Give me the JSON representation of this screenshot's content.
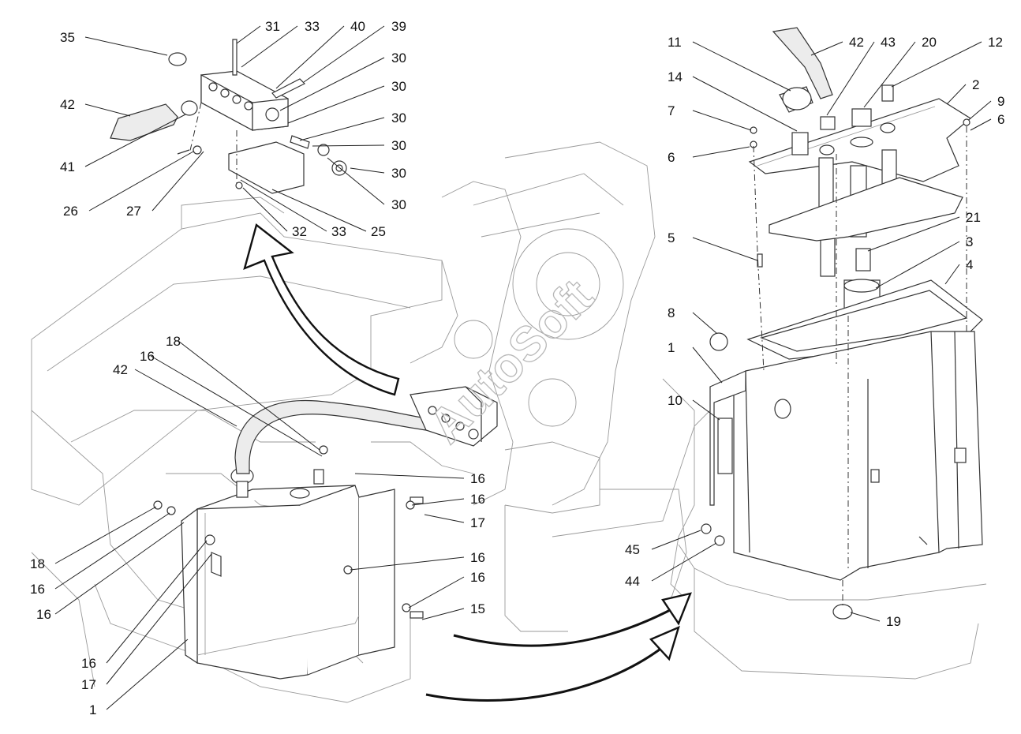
{
  "watermark": "AutoSoft",
  "callouts": {
    "c35": "35",
    "c31": "31",
    "c33a": "33",
    "c40": "40",
    "c39": "39",
    "c30a": "30",
    "c30b": "30",
    "c30c": "30",
    "c30d": "30",
    "c30e": "30",
    "c30f": "30",
    "c42a": "42",
    "c41": "41",
    "c26": "26",
    "c27": "27",
    "c32": "32",
    "c33b": "33",
    "c25": "25",
    "c18a": "18",
    "c16a": "16",
    "c42b": "42",
    "c16b": "16",
    "c16c": "16",
    "c17a": "17",
    "c16d": "16",
    "c16e": "16",
    "c15": "15",
    "c18b": "18",
    "c16f": "16",
    "c16g": "16",
    "c16h": "16",
    "c17b": "17",
    "c1a": "1",
    "c11": "11",
    "c42c": "42",
    "c43": "43",
    "c20": "20",
    "c12": "12",
    "c14": "14",
    "c2": "2",
    "c9": "9",
    "c7": "7",
    "c6a": "6",
    "c6b": "6",
    "c5": "5",
    "c21": "21",
    "c3": "3",
    "c4": "4",
    "c8": "8",
    "c1b": "1",
    "c10": "10",
    "c45": "45",
    "c44": "44",
    "c19": "19"
  }
}
